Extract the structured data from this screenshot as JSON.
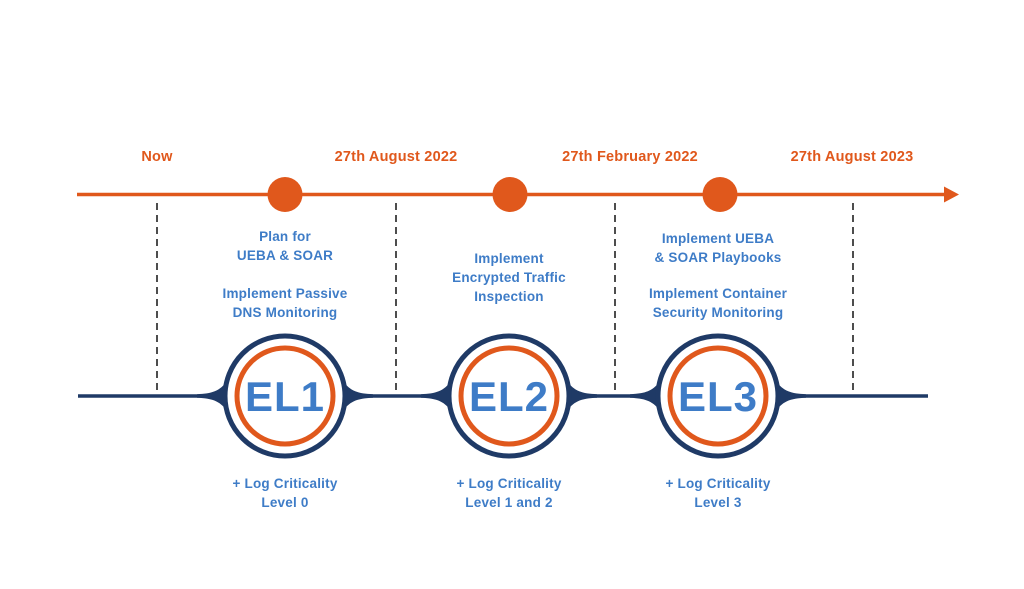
{
  "colors": {
    "orange": "#E0581C",
    "navy": "#1F3A66",
    "blue_text": "#3E7CC7",
    "dash_gray": "#4D4D4D",
    "background": "#FFFFFF"
  },
  "timeline": {
    "date_labels": [
      {
        "text": "Now"
      },
      {
        "text": "27th August 2022"
      },
      {
        "text": "27th February 2022"
      },
      {
        "text": "27th August 2023"
      }
    ]
  },
  "milestones": [
    {
      "circle_label": "EL1",
      "plan_text": "Plan for\nUEBA & SOAR",
      "implement_text": "Implement Passive\nDNS Monitoring",
      "log_text": "+ Log Criticality\nLevel 0"
    },
    {
      "circle_label": "EL2",
      "implement_text": "Implement\nEncrypted Traffic\nInspection",
      "log_text": "+ Log Criticality\nLevel 1 and 2"
    },
    {
      "circle_label": "EL3",
      "plan_text": "Implement UEBA\n& SOAR Playbooks",
      "implement_text": "Implement Container\nSecurity Monitoring",
      "log_text": "+ Log Criticality\nLevel 3"
    }
  ]
}
